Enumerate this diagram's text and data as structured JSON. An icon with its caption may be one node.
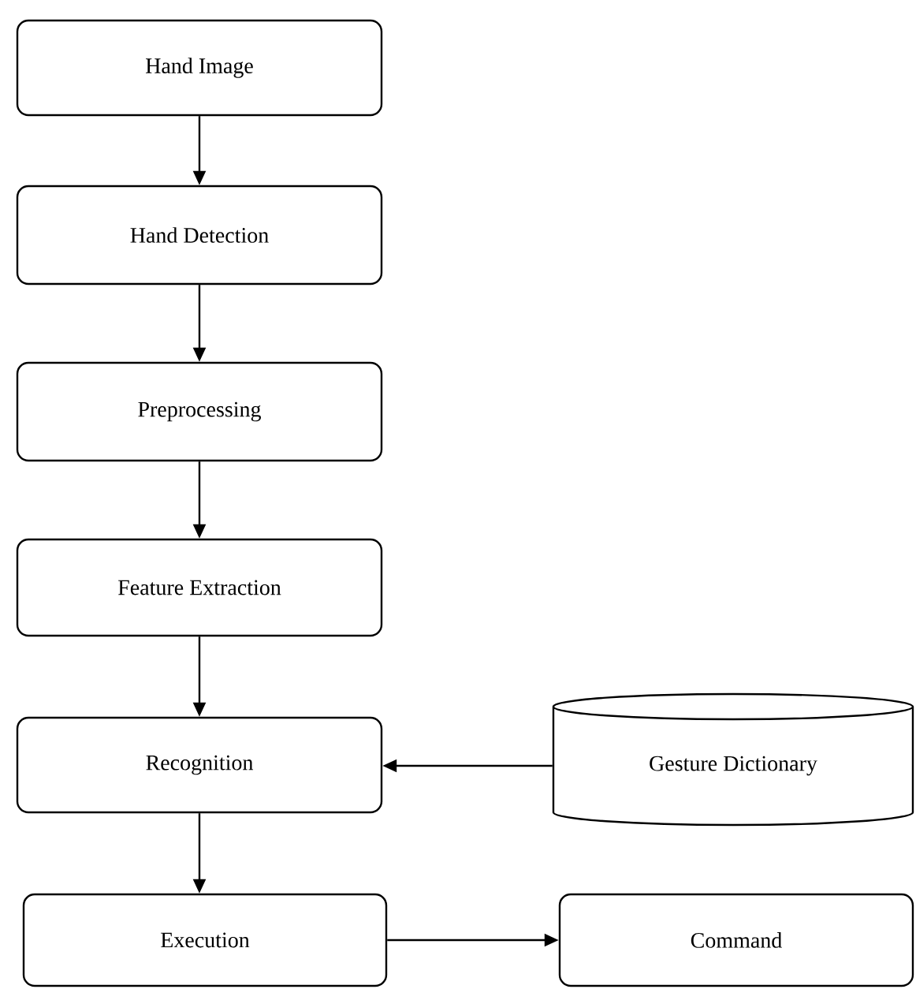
{
  "diagram": {
    "nodes": [
      {
        "text": [
          "Hand Image"
        ]
      },
      {
        "text": [
          "Hand Detection"
        ]
      },
      {
        "text": [
          "Preprocessing"
        ]
      },
      {
        "text": [
          "Feature Extraction"
        ]
      },
      {
        "text": [
          "Recognition"
        ]
      },
      {
        "text": [
          "Gesture Dictionary"
        ]
      },
      {
        "text": [
          "Execution"
        ]
      },
      {
        "text": [
          "Command"
        ]
      }
    ],
    "edges": [
      {
        "from": 0,
        "to": 1,
        "arrow": "to"
      },
      {
        "from": 1,
        "to": 2,
        "arrow": "to"
      },
      {
        "from": 2,
        "to": 3,
        "arrow": "to"
      },
      {
        "from": 3,
        "to": 4,
        "arrow": "to"
      },
      {
        "from": 5,
        "to": 4,
        "arrow": "to"
      },
      {
        "from": 4,
        "to": 6,
        "arrow": "to"
      },
      {
        "from": 6,
        "to": 7,
        "arrow": "to"
      }
    ]
  }
}
